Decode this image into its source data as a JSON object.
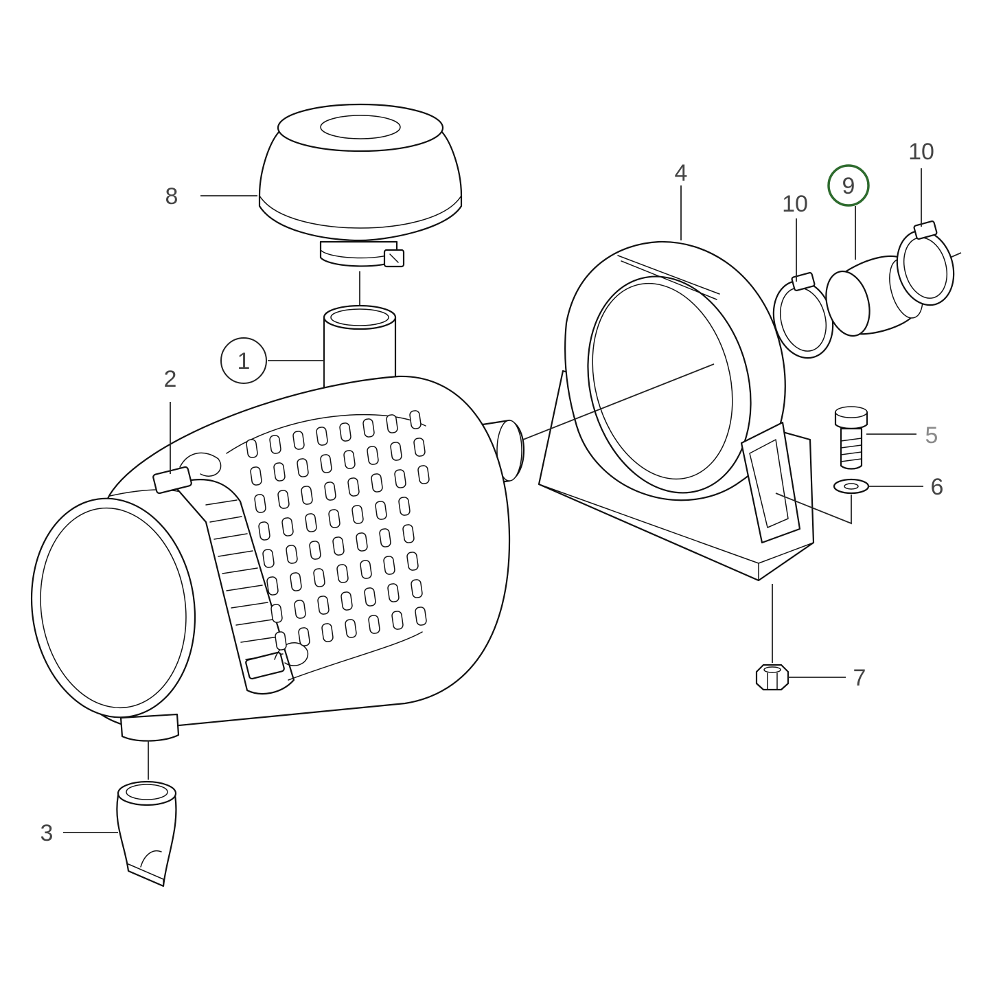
{
  "diagram": {
    "highlight_color": "#2e6b2e",
    "callouts": [
      {
        "id": "c1",
        "text": "1",
        "circled": true
      },
      {
        "id": "c2",
        "text": "2"
      },
      {
        "id": "c3",
        "text": "3"
      },
      {
        "id": "c4",
        "text": "4"
      },
      {
        "id": "c5",
        "text": "5"
      },
      {
        "id": "c6",
        "text": "6"
      },
      {
        "id": "c7",
        "text": "7"
      },
      {
        "id": "c8",
        "text": "8"
      },
      {
        "id": "c9",
        "text": "9",
        "circled": true,
        "highlighted": true
      },
      {
        "id": "c10a",
        "text": "10"
      },
      {
        "id": "c10b",
        "text": "10"
      }
    ]
  }
}
